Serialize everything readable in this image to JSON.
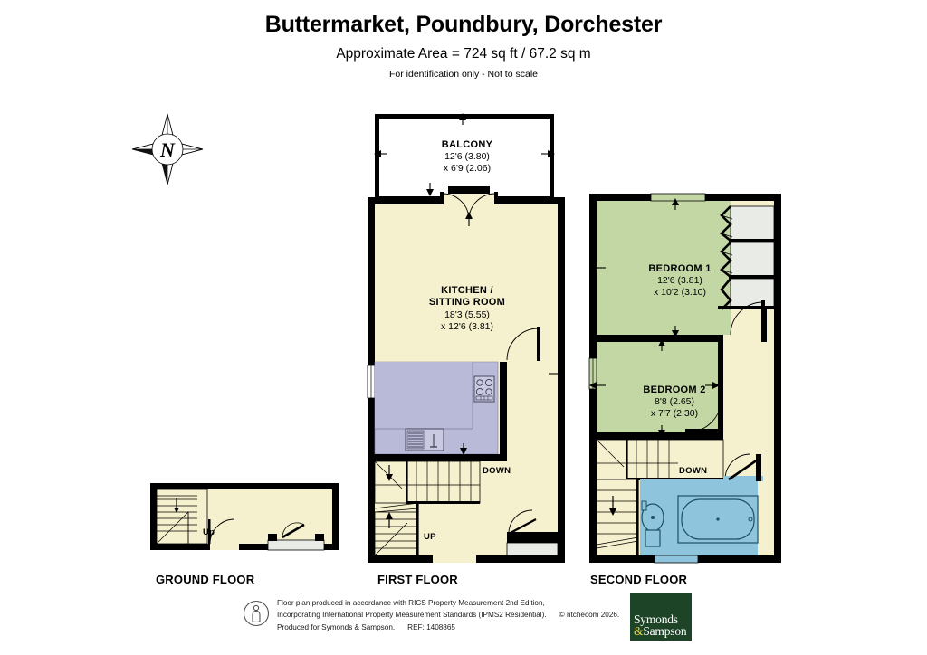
{
  "header": {
    "title": "Buttermarket, Poundbury, Dorchester",
    "subtitle": "Approximate Area = 724 sq ft / 67.2 sq m",
    "note": "For identification only - Not to scale"
  },
  "compass": {
    "label": "N"
  },
  "floors": {
    "ground": {
      "label": "GROUND FLOOR"
    },
    "first": {
      "label": "FIRST FLOOR"
    },
    "second": {
      "label": "SECOND FLOOR"
    }
  },
  "rooms": {
    "balcony": {
      "name": "BALCONY",
      "dim1": "12'6 (3.80)",
      "dim2": "x 6'9 (2.06)"
    },
    "kitchen_sitting": {
      "name_line1": "KITCHEN /",
      "name_line2": "SITTING ROOM",
      "dim1": "18'3 (5.55)",
      "dim2": "x 12'6 (3.81)"
    },
    "bedroom1": {
      "name": "BEDROOM 1",
      "dim1": "12'6 (3.81)",
      "dim2": "x 10'2 (3.10)"
    },
    "bedroom2": {
      "name": "BEDROOM 2",
      "dim1": "8'8 (2.65)",
      "dim2": "x 7'7 (2.30)"
    }
  },
  "stairs": {
    "ground_up": "Up",
    "first_down": "DOWN",
    "first_up": "UP",
    "second_down": "DOWN"
  },
  "footer": {
    "line1": "Floor plan produced in accordance with RICS Property Measurement 2nd Edition,",
    "line2": "Incorporating International Property Measurement Standards (IPMS2 Residential).",
    "copyright": "© ntchecom 2026.",
    "line3": "Produced for Symonds & Sampson.",
    "ref": "REF:  1408865",
    "logo_line1": "Symonds",
    "logo_amp": "&",
    "logo_line2": "Sampson"
  },
  "colors": {
    "wall": "#000000",
    "room_cream": "#f5f0cd",
    "bedroom_green": "#c3d7a4",
    "bathroom_blue": "#8fc4dd",
    "kitchen_units": "#b9b9d8",
    "wardrobe_grey": "#e9ece6",
    "logo_green": "#1d4426",
    "logo_accent": "#e8d84a"
  }
}
